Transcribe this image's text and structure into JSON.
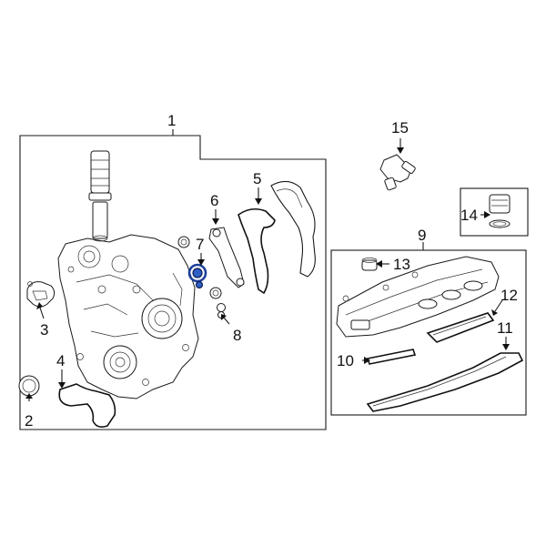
{
  "callouts": [
    {
      "id": "1",
      "label": "1"
    },
    {
      "id": "2",
      "label": "2"
    },
    {
      "id": "3",
      "label": "3"
    },
    {
      "id": "4",
      "label": "4"
    },
    {
      "id": "5",
      "label": "5"
    },
    {
      "id": "6",
      "label": "6"
    },
    {
      "id": "7",
      "label": "7"
    },
    {
      "id": "8",
      "label": "8"
    },
    {
      "id": "9",
      "label": "9"
    },
    {
      "id": "10",
      "label": "10"
    },
    {
      "id": "11",
      "label": "11"
    },
    {
      "id": "12",
      "label": "12"
    },
    {
      "id": "13",
      "label": "13"
    },
    {
      "id": "14",
      "label": "14"
    },
    {
      "id": "15",
      "label": "15"
    }
  ],
  "highlight_color": "#2f5fc4",
  "highlighted_part": "7"
}
